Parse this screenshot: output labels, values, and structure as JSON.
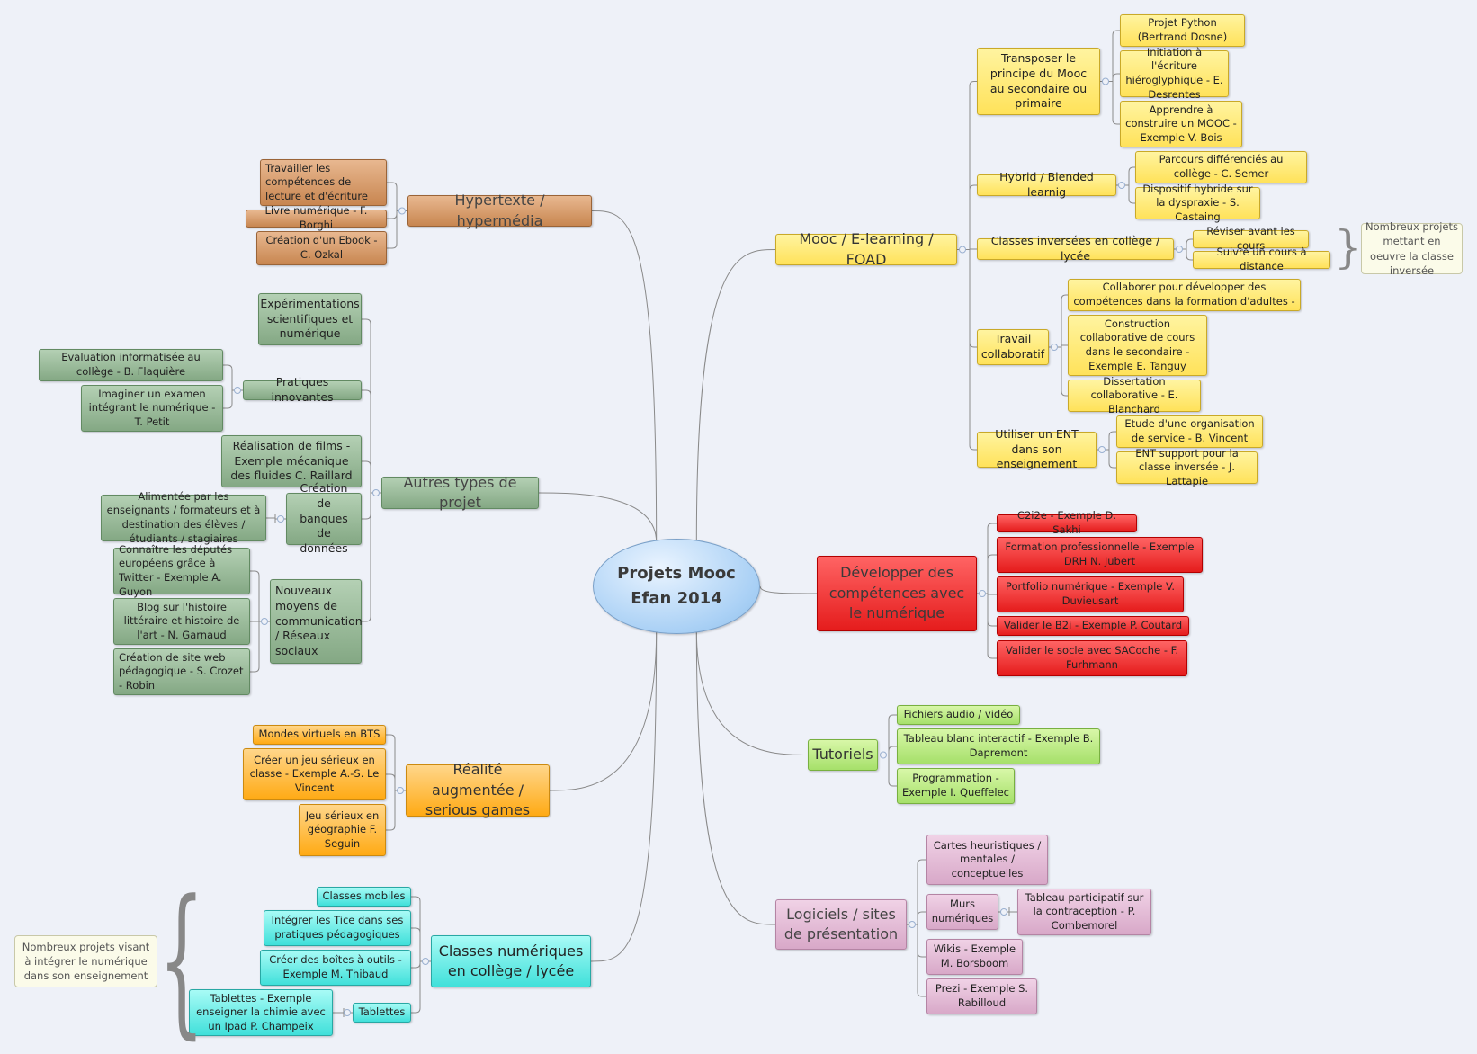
{
  "root": "Projets Mooc\nEfan 2014",
  "branches": {
    "mooc": "Mooc / E-learning / FOAD",
    "mooc_transposer": "Transposer le principe du Mooc au secondaire ou primaire",
    "mooc_python": "Projet Python (Bertrand Dosne)",
    "mooc_hiero": "Initiation à l'écriture hiéroglyphique - E. Desrentes",
    "mooc_apprendre": "Apprendre à construire un MOOC - Exemple V. Bois",
    "mooc_hybrid": "Hybrid / Blended learnig",
    "mooc_parcours": "Parcours différenciés au collège - C. Semer",
    "mooc_dispositif": "Dispositif hybride sur la dyspraxie - S. Castaing",
    "mooc_classes": "Classes inversées en collège / lycée",
    "mooc_reviser": "Réviser avant les cours",
    "mooc_suivre": "Suivre un cours à distance",
    "mooc_note": "Nombreux projets mettant en oeuvre la classe inversée",
    "mooc_travail": "Travail collaboratif",
    "mooc_collaborer": "Collaborer pour développer des compétences dans la formation d'adultes -",
    "mooc_construction": "Construction collaborative de cours dans le secondaire - Exemple E. Tanguy",
    "mooc_dissertation": "Dissertation collaborative - E. Blanchard",
    "mooc_ent": "Utiliser un ENT dans son enseignement",
    "mooc_etude": "Etude d'une organisation de service - B. Vincent",
    "mooc_entsupport": "ENT support pour la classe inversée - J. Lattapie",
    "dev": "Développer des compétences avec le numérique",
    "dev_c2i2e": "C2i2e - Exemple D. Sakhi",
    "dev_formation": "Formation professionnelle - Exemple DRH N. Jubert",
    "dev_portfolio": "Portfolio numérique - Exemple V. Duvieusart",
    "dev_b2i": "Valider le B2i - Exemple P. Coutard",
    "dev_socle": "Valider le socle avec SACoche - F. Furhmann",
    "tuto": "Tutoriels",
    "tuto_audio": "Fichiers audio / vidéo",
    "tuto_tbi": "Tableau blanc interactif - Exemple B. Dapremont",
    "tuto_prog": "Programmation - Exemple I. Queffelec",
    "log": "Logiciels / sites de présentation",
    "log_cartes": "Cartes heuristiques / mentales / conceptuelles",
    "log_murs": "Murs numériques",
    "log_tableau": "Tableau participatif sur la contraception - P. Combemorel",
    "log_wikis": "Wikis - Exemple M. Borsboom",
    "log_prezi": "Prezi - Exemple S. Rabilloud",
    "hyp": "Hypertexte / hypermédia",
    "hyp_travailler": "Travailler les compétences de lecture et d'écriture",
    "hyp_livre": "Livre numérique - F. Borghi",
    "hyp_ebook": "Création d'un Ebook - C. Ozkal",
    "aut": "Autres types de projet",
    "aut_exp": "Expérimentations scientifiques et numérique",
    "aut_pratiques": "Pratiques innovantes",
    "aut_eval": "Evaluation informatisée au collège - B. Flaquière",
    "aut_imaginer": "Imaginer un examen intégrant le numérique - T. Petit",
    "aut_films": "Réalisation de films - Exemple mécanique des fluides C. Raillard",
    "aut_banques": "Création de banques de données",
    "aut_alimentee": "Alimentée par les enseignants / formateurs et à destination des élèves / étudiants / stagiaires",
    "aut_nouveaux": "Nouveaux moyens de communication / Réseaux sociaux",
    "aut_deputes": "Connaître les députés européens grâce à Twitter - Exemple A. Guyon",
    "aut_blog": "Blog sur l'histoire littéraire et histoire de l'art - N. Garnaud",
    "aut_site": "Création de site web pédagogique - S. Crozet - Robin",
    "rea": "Réalité augmentée / serious games",
    "rea_mondes": "Mondes virtuels en BTS",
    "rea_jeu": "Créer un jeu sérieux en classe - Exemple A.-S. Le Vincent",
    "rea_geo": "Jeu sérieux en géographie F. Seguin",
    "cla": "Classes numériques en collège / lycée",
    "cla_mobiles": "Classes mobiles",
    "cla_integrer": "Intégrer les Tice dans ses pratiques pédagogiques",
    "cla_boites": "Créer des boîtes à outils - Exemple M. Thibaud",
    "cla_tablettes": "Tablettes",
    "cla_chimie": "Tablettes - Exemple enseigner la chimie avec un Ipad P. Champeix",
    "cla_note": "Nombreux projets visant à intégrer le numérique dans son enseignement"
  },
  "colors": {
    "background": "#eef1f8",
    "line": "#8a8a8a",
    "yellow": "#ffe25a",
    "red": "#e51c1c",
    "green": "#a6e06a",
    "pink": "#d8a8c8",
    "cyan": "#40e0da",
    "orange": "#ffaa14",
    "brown": "#c88650",
    "sage": "#84a884",
    "root": "#a9d0f5"
  }
}
